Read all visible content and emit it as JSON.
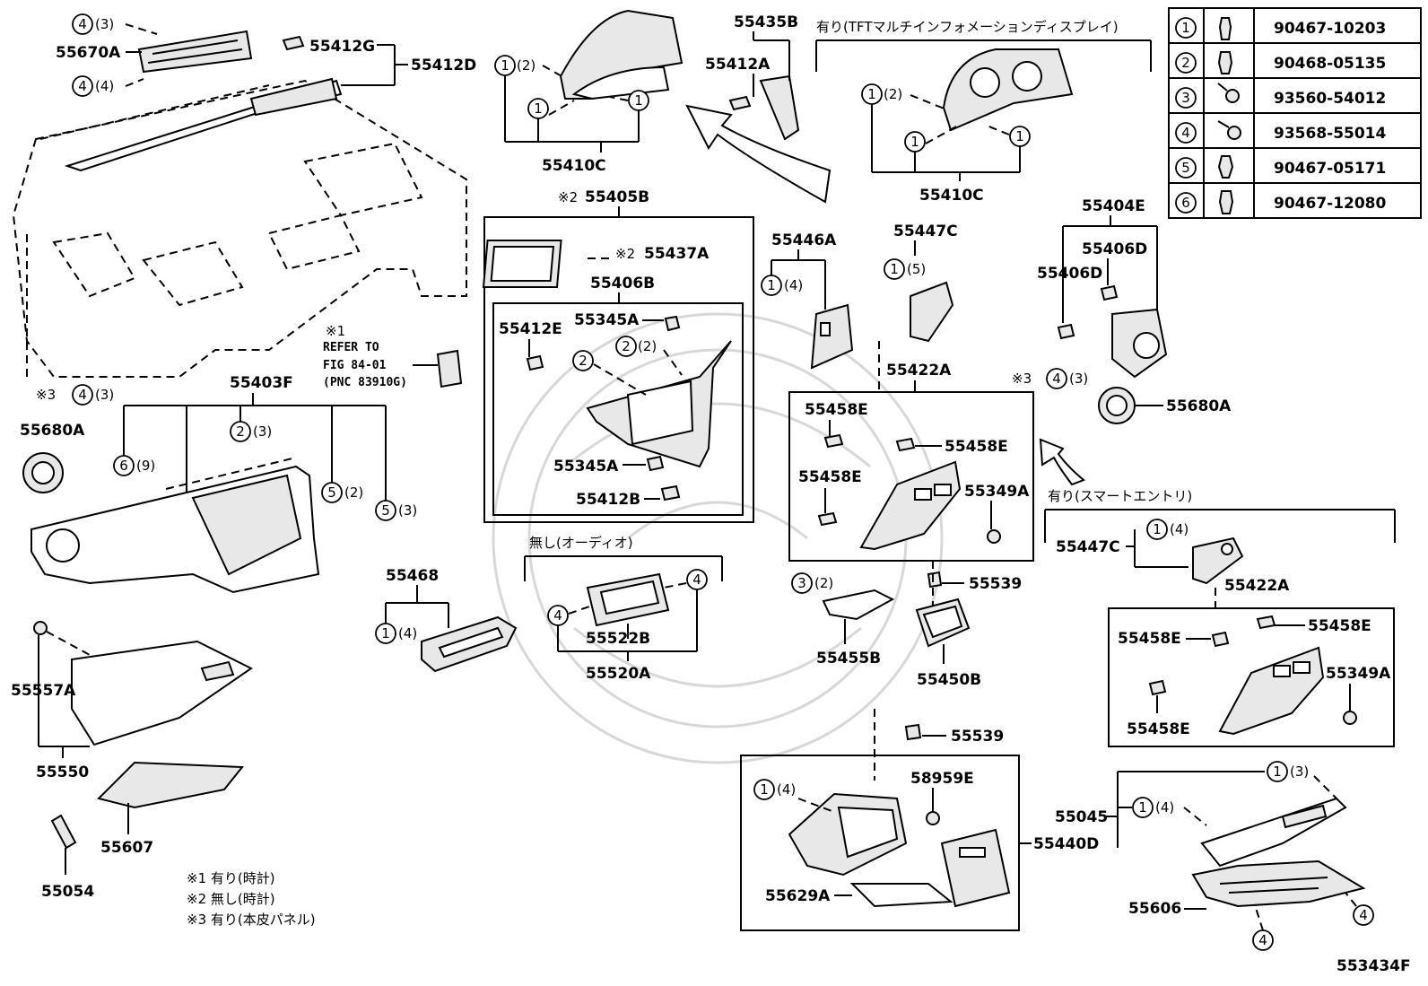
{
  "diagram_id": "553434F",
  "notes": {
    "n1": "※1 有り(時計)",
    "n2": "※2 無し(時計)",
    "n3": "※3 有り(本皮パネル)",
    "refer_mark": "※1",
    "refer_line1": "REFER TO",
    "refer_line2": "FIG 84-01",
    "refer_line3": "(PNC 83910G)",
    "tft_header": "有り(TFTマルチインフォメーションディスプレイ)",
    "smart_entry": "有り(スマートエントリ)",
    "no_audio": "無し(オーディオ)",
    "mark2": "※2",
    "mark3": "※3"
  },
  "fastener_table": {
    "rows": [
      {
        "num": "1",
        "part": "90467-10203"
      },
      {
        "num": "2",
        "part": "90468-05135"
      },
      {
        "num": "3",
        "part": "93560-54012"
      },
      {
        "num": "4",
        "part": "93568-55014"
      },
      {
        "num": "5",
        "part": "90467-05171"
      },
      {
        "num": "6",
        "part": "90467-12080"
      }
    ]
  },
  "parts": {
    "p55670A": "55670A",
    "p55412G": "55412G",
    "p55412D": "55412D",
    "p55410C_a": "55410C",
    "p55435B": "55435B",
    "p55412A": "55412A",
    "p55410C_b": "55410C",
    "p55405B": "55405B",
    "p55437A": "55437A",
    "p55406B": "55406B",
    "p55412E": "55412E",
    "p55345A_a": "55345A",
    "p55345A_b": "55345A",
    "p55412B": "55412B",
    "p55446A": "55446A",
    "p55447C_a": "55447C",
    "p55422A_a": "55422A",
    "p55458E_a": "55458E",
    "p55458E_b": "55458E",
    "p55458E_c": "55458E",
    "p55349A_a": "55349A",
    "p55404E": "55404E",
    "p55406D_a": "55406D",
    "p55406D_b": "55406D",
    "p55680A_a": "55680A",
    "p55403F": "55403F",
    "p55680A_b": "55680A",
    "p55468": "55468",
    "p55522B": "55522B",
    "p55520A": "55520A",
    "p55455B": "55455B",
    "p55539_a": "55539",
    "p55450B": "55450B",
    "p55447C_b": "55447C",
    "p55422A_b": "55422A",
    "p55458E_d": "55458E",
    "p55458E_e": "55458E",
    "p55349A_b": "55349A",
    "p55458E_f": "55458E",
    "p55557A": "55557A",
    "p55550": "55550",
    "p55607": "55607",
    "p55054": "55054",
    "p55539_b": "55539",
    "p58959E": "58959E",
    "p55440D": "55440D",
    "p55629A": "55629A",
    "p55045": "55045",
    "p55606": "55606"
  },
  "qty": {
    "q3": "(3)",
    "q4": "(4)",
    "q2": "(2)",
    "q5": "(5)",
    "q9": "(9)"
  }
}
